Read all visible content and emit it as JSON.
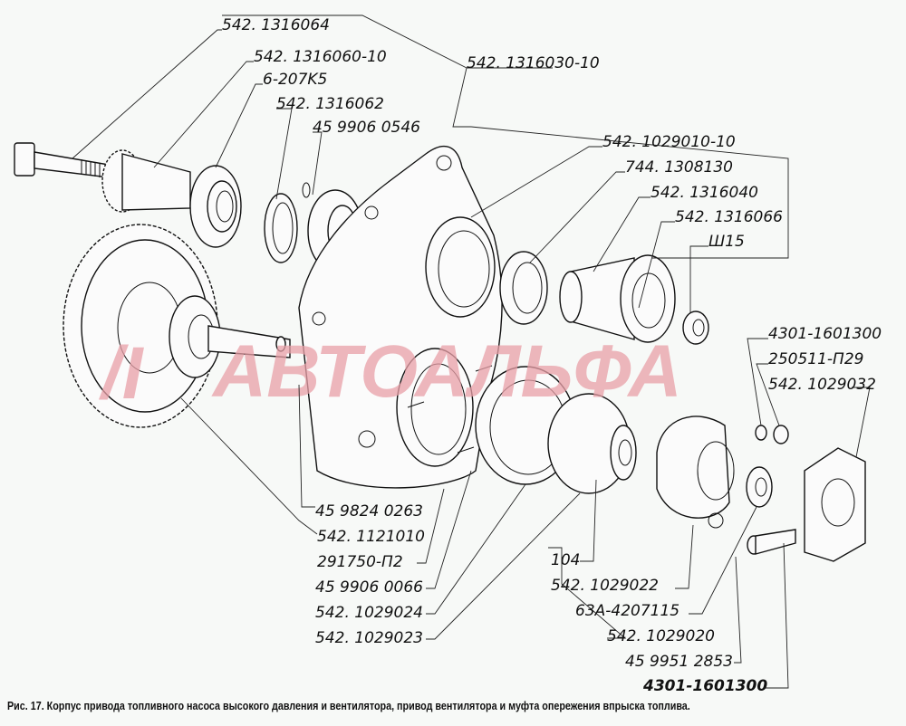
{
  "watermark": "АВТОАЛЬФА",
  "labels": {
    "l1": "542. 1316064",
    "l2": "542. 1316060-10",
    "l3": "6-207K5",
    "l4": "542. 1316062",
    "l5": "45 9906 0546",
    "l6": "542. 1316030-10",
    "l7": "542. 1029010-10",
    "l8": "744. 1308130",
    "l9": "542. 1316040",
    "l10": "542. 1316066",
    "l11": "Ш15",
    "l12": "4301-1601300",
    "l13": "250511-П29",
    "l14": "542. 1029032",
    "l15": "45 9824 0263",
    "l16": "542. 1121010",
    "l17": "291750-П2",
    "l18": "45 9906 0066",
    "l19": "542. 1029024",
    "l20": "542. 1029023",
    "l21": "104",
    "l22": "542. 1029022",
    "l23": "63A-4207115",
    "l24": "542. 1029020",
    "l25": "45 9951 2853",
    "l26": "4301-1601300"
  },
  "caption": "Рис. 17. Корпус привода топливного насоса высокого давления и вентилятора, привод вентилятора и муфта опережения впрыска топлива."
}
